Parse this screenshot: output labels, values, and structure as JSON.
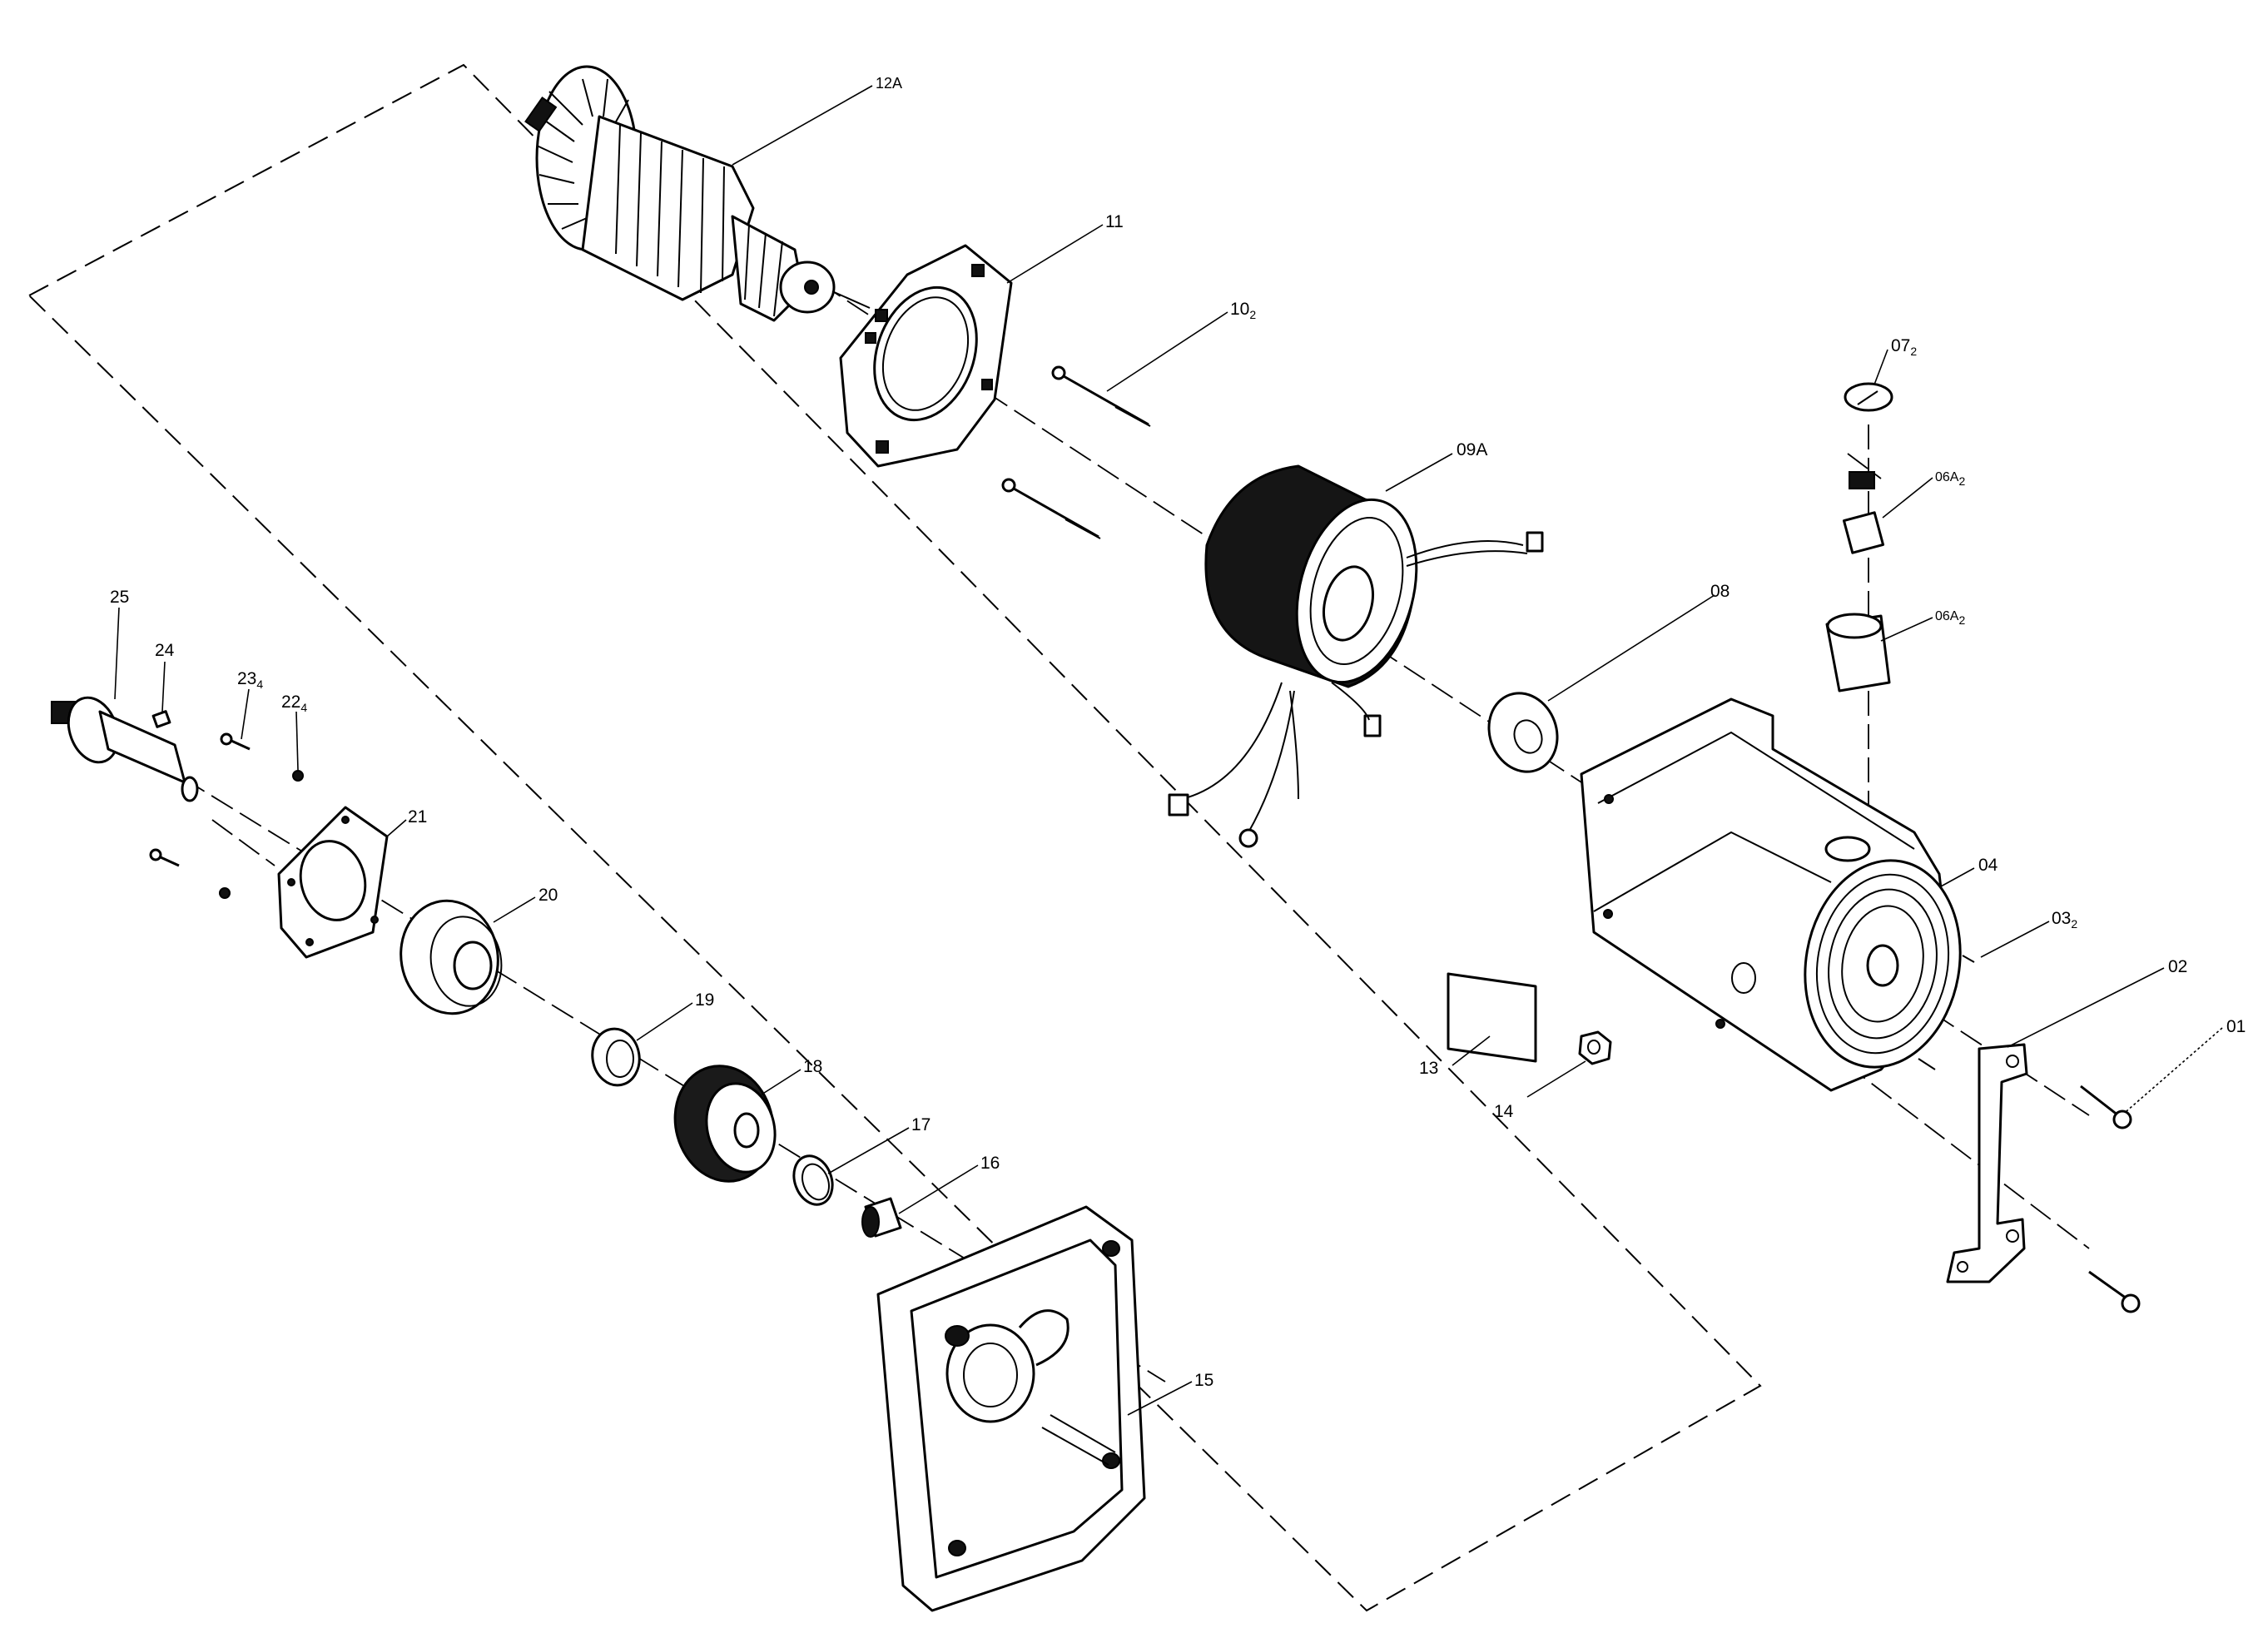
{
  "diagram": {
    "labels": [
      {
        "id": "01",
        "base": "01",
        "sub": ""
      },
      {
        "id": "02",
        "base": "02",
        "sub": ""
      },
      {
        "id": "03",
        "base": "03",
        "sub": "2"
      },
      {
        "id": "04",
        "base": "04",
        "sub": ""
      },
      {
        "id": "06a",
        "base": "06A",
        "sub": "2"
      },
      {
        "id": "06b",
        "base": "06A",
        "sub": "2"
      },
      {
        "id": "07",
        "base": "07",
        "sub": "2"
      },
      {
        "id": "08",
        "base": "08",
        "sub": ""
      },
      {
        "id": "09",
        "base": "09A",
        "sub": ""
      },
      {
        "id": "10",
        "base": "10",
        "sub": "2"
      },
      {
        "id": "11",
        "base": "11",
        "sub": ""
      },
      {
        "id": "12",
        "base": "12A",
        "sub": ""
      },
      {
        "id": "13",
        "base": "13",
        "sub": ""
      },
      {
        "id": "14",
        "base": "14",
        "sub": ""
      },
      {
        "id": "15",
        "base": "15",
        "sub": ""
      },
      {
        "id": "16",
        "base": "16",
        "sub": ""
      },
      {
        "id": "17",
        "base": "17",
        "sub": ""
      },
      {
        "id": "18",
        "base": "18",
        "sub": ""
      },
      {
        "id": "19",
        "base": "19",
        "sub": ""
      },
      {
        "id": "20",
        "base": "20",
        "sub": ""
      },
      {
        "id": "21",
        "base": "21",
        "sub": ""
      },
      {
        "id": "22",
        "base": "22",
        "sub": "4"
      },
      {
        "id": "23",
        "base": "23",
        "sub": "4"
      },
      {
        "id": "24",
        "base": "24",
        "sub": ""
      },
      {
        "id": "25",
        "base": "25",
        "sub": ""
      }
    ]
  }
}
